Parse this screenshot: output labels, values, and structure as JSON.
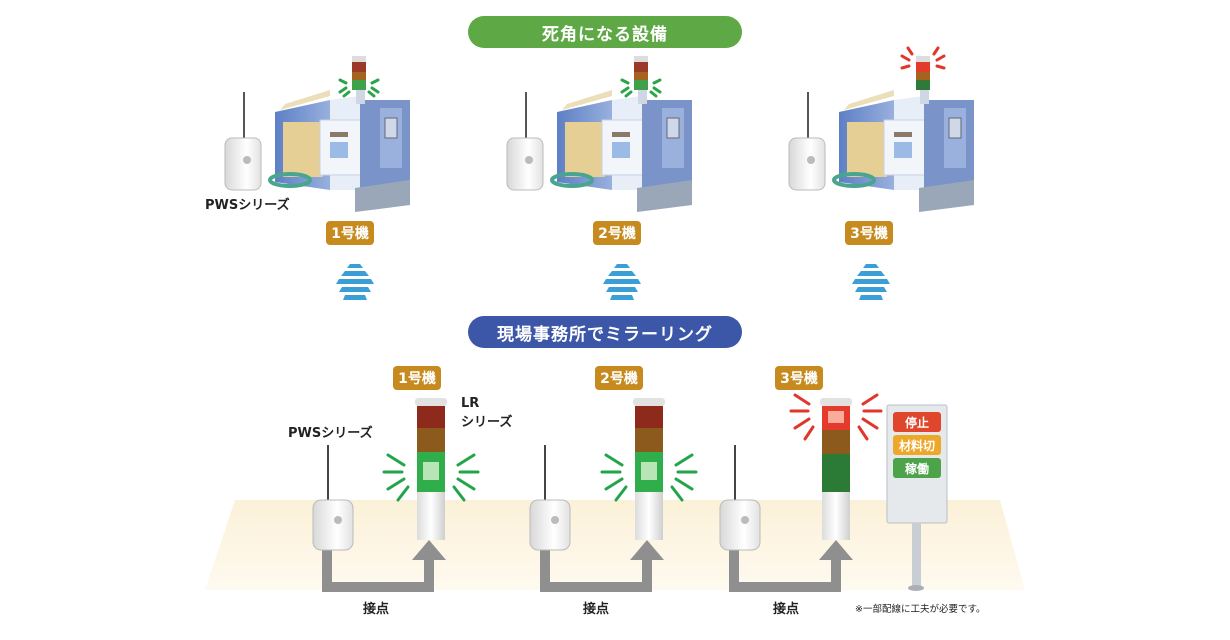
{
  "colors": {
    "green_pill": "#5ea845",
    "blue_pill": "#3d57a8",
    "badge": "#c68a1e",
    "stop": "#e0462c",
    "material": "#eea829",
    "running": "#4ca34a"
  },
  "section1": {
    "title": "死角になる設備"
  },
  "section2": {
    "title": "現場事務所でミラーリング"
  },
  "machines": [
    {
      "label": "1号機",
      "lamp": "green"
    },
    {
      "label": "2号機",
      "lamp": "green"
    },
    {
      "label": "3号機",
      "lamp": "red"
    }
  ],
  "monitors": [
    {
      "label": "1号機",
      "lamp": "green"
    },
    {
      "label": "2号機",
      "lamp": "green"
    },
    {
      "label": "3号機",
      "lamp": "red"
    }
  ],
  "pws_label": "PWSシリーズ",
  "pws_label_bottom": "PWSシリーズ",
  "lr_label": {
    "line1": "LR",
    "line2": "シリーズ"
  },
  "contact_labels": [
    "接点",
    "接点",
    "接点"
  ],
  "board": {
    "stop": "停止",
    "material": "材料切",
    "running": "稼働"
  },
  "note": "※一部配線に工夫が必要です。"
}
